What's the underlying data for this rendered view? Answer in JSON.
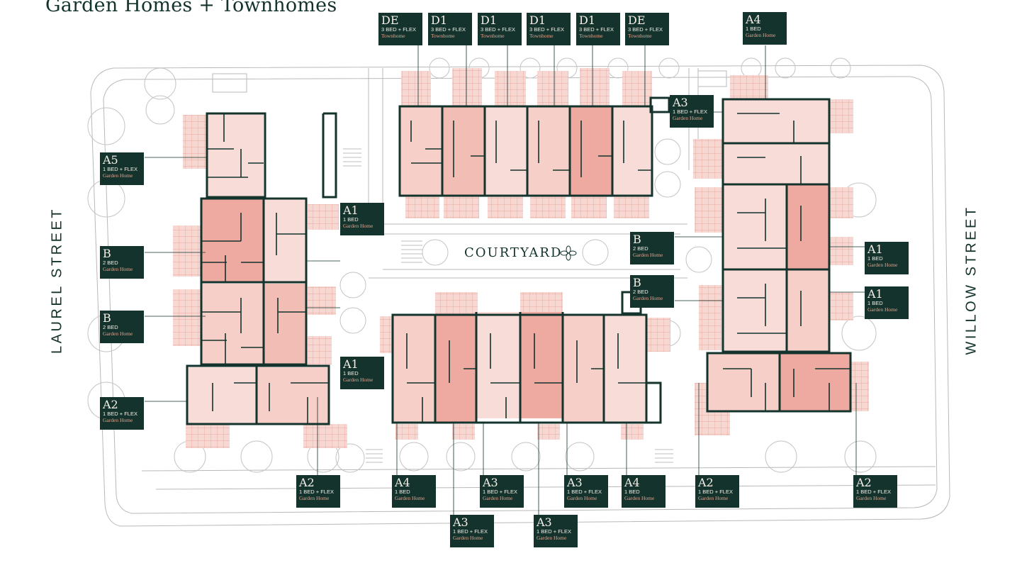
{
  "page": {
    "title": "Garden Homes + Townhomes",
    "courtyard_label": "COURTYARD",
    "streets": {
      "left": "LAUREL STREET",
      "right": "WILLOW STREET"
    }
  },
  "colors": {
    "tag_bg": "#13332c",
    "tag_text": "#f3efe8",
    "tag_subtext": "#e3a28f",
    "unit_fill_light": "#f8dcd8",
    "unit_fill_mid": "#f2bdb5",
    "unit_fill_dark": "#eea79c",
    "wall": "#13332c"
  },
  "labels": [
    {
      "code": "DE",
      "beds": "3 BED + FLEX",
      "type": "Townhome"
    },
    {
      "code": "D1",
      "beds": "3 BED + FLEX",
      "type": "Townhome"
    },
    {
      "code": "D1",
      "beds": "3 BED + FLEX",
      "type": "Townhome"
    },
    {
      "code": "D1",
      "beds": "3 BED + FLEX",
      "type": "Townhome"
    },
    {
      "code": "D1",
      "beds": "3 BED + FLEX",
      "type": "Townhome"
    },
    {
      "code": "DE",
      "beds": "3 BED + FLEX",
      "type": "Townhome"
    },
    {
      "code": "A4",
      "beds": "1 BED",
      "type": "Garden Home"
    },
    {
      "code": "A3",
      "beds": "1 BED + FLEX",
      "type": "Garden Home"
    },
    {
      "code": "A5",
      "beds": "1 BED + FLEX",
      "type": "Garden Home"
    },
    {
      "code": "A1",
      "beds": "1 BED",
      "type": "Garden Home"
    },
    {
      "code": "B",
      "beds": "2 BED",
      "type": "Garden Home"
    },
    {
      "code": "B",
      "beds": "2 BED",
      "type": "Garden Home"
    },
    {
      "code": "B",
      "beds": "2 BED",
      "type": "Garden Home"
    },
    {
      "code": "B",
      "beds": "2 BED",
      "type": "Garden Home"
    },
    {
      "code": "A1",
      "beds": "1 BED",
      "type": "Garden Home"
    },
    {
      "code": "A1",
      "beds": "1 BED",
      "type": "Garden Home"
    },
    {
      "code": "A1",
      "beds": "1 BED",
      "type": "Garden Home"
    },
    {
      "code": "A2",
      "beds": "1 BED + FLEX",
      "type": "Garden Home"
    },
    {
      "code": "A2",
      "beds": "1 BED + FLEX",
      "type": "Garden Home"
    },
    {
      "code": "A4",
      "beds": "1 BED",
      "type": "Garden Home"
    },
    {
      "code": "A3",
      "beds": "1 BED + FLEX",
      "type": "Garden Home"
    },
    {
      "code": "A3",
      "beds": "1 BED + FLEX",
      "type": "Garden Home"
    },
    {
      "code": "A4",
      "beds": "1 BED",
      "type": "Garden Home"
    },
    {
      "code": "A2",
      "beds": "1 BED + FLEX",
      "type": "Garden Home"
    },
    {
      "code": "A2",
      "beds": "1 BED + FLEX",
      "type": "Garden Home"
    },
    {
      "code": "A3",
      "beds": "1 BED + FLEX",
      "type": "Garden Home"
    },
    {
      "code": "A3",
      "beds": "1 BED + FLEX",
      "type": "Garden Home"
    }
  ]
}
